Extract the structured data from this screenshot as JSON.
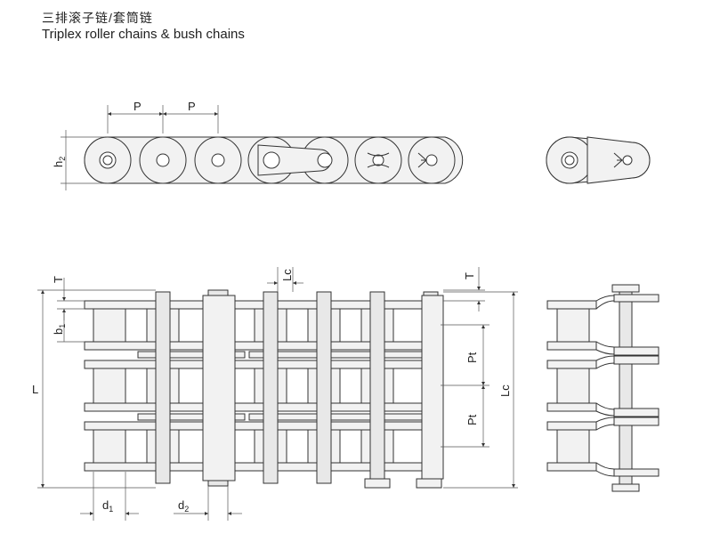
{
  "header": {
    "title_cn": "三排滚子链/套筒链",
    "title_en": "Triplex roller chains & bush chains"
  },
  "dimensions": {
    "pitch_1": "P",
    "pitch_2": "P",
    "h": "h",
    "h_sub": "2",
    "T_left": "T",
    "T_right": "T",
    "Lc_top": "Lc",
    "Lc_side": "Lc",
    "b": "b",
    "b_sub": "1",
    "L": "L",
    "Pt_1": "Pt",
    "Pt_2": "Pt",
    "d1": "d",
    "d1_sub": "1",
    "d2": "d",
    "d2_sub": "2"
  }
}
